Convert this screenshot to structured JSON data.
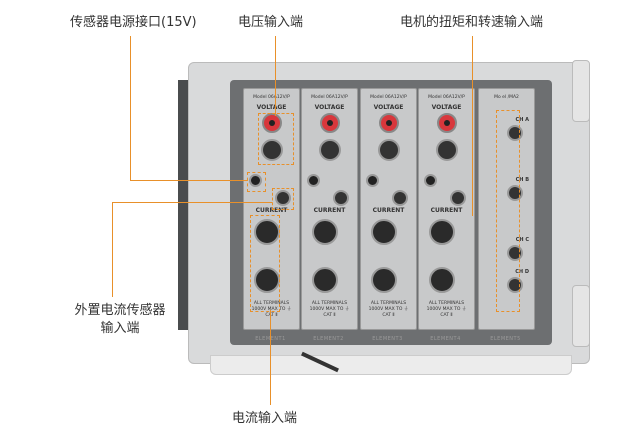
{
  "callouts": {
    "sensor_power": "传感器电源接口(15V)",
    "voltage_input": "电压输入端",
    "torque_speed_input": "电机的扭矩和转速输入端",
    "external_current_sensor": "外置电流传感器输入端",
    "current_input": "电流输入端"
  },
  "modules": [
    {
      "model": "Model 06A12V/P",
      "voltage": "VOLTAGE",
      "current": "CURRENT",
      "terminals": "ALL TERMINALS",
      "rating": "1000V MAX TO ⏚",
      "cat": "CAT Ⅱ",
      "element": "ELEMENT1"
    },
    {
      "model": "Model 06A12V/P",
      "voltage": "VOLTAGE",
      "current": "CURRENT",
      "terminals": "ALL TERMINALS",
      "rating": "1000V MAX TO ⏚",
      "cat": "CAT Ⅱ",
      "element": "ELEMENT2"
    },
    {
      "model": "Model 06A12V/P",
      "voltage": "VOLTAGE",
      "current": "CURRENT",
      "terminals": "ALL TERMINALS",
      "rating": "1000V MAX TO ⏚",
      "cat": "CAT Ⅱ",
      "element": "ELEMENT3"
    },
    {
      "model": "Model 06A12V/P",
      "voltage": "VOLTAGE",
      "current": "CURRENT",
      "terminals": "ALL TERMINALS",
      "rating": "1000V MAX TO ⏚",
      "cat": "CAT Ⅱ",
      "element": "ELEMENT4"
    }
  ],
  "motor_module": {
    "model": "Mo el /MA2",
    "channels": [
      "CH A",
      "CH B",
      "CH C",
      "CH D"
    ],
    "element": "ELEMENT5"
  },
  "colors": {
    "accent": "#e8902a",
    "red_terminal": "#d8373c"
  }
}
